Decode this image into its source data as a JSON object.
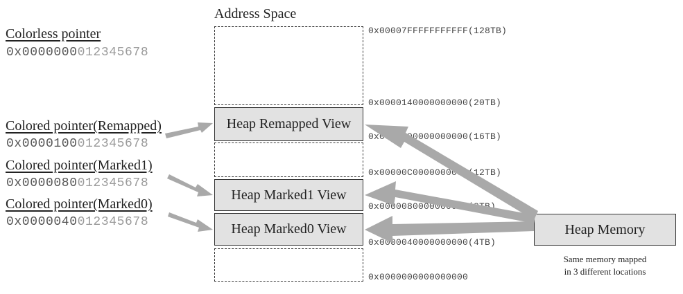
{
  "title": "Address Space",
  "pointers": {
    "colorless": {
      "label": "Colorless pointer",
      "prefix": "0x0000000",
      "suffix": "012345678"
    },
    "remapped": {
      "label": "Colored pointer(Remapped)",
      "prefix": "0x0000100",
      "suffix": "012345678"
    },
    "marked1": {
      "label": "Colored pointer(Marked1)",
      "prefix": "0x0000080",
      "suffix": "012345678"
    },
    "marked0": {
      "label": "Colored pointer(Marked0)",
      "prefix": "0x0000040",
      "suffix": "012345678"
    }
  },
  "views": {
    "remapped": "Heap Remapped View",
    "marked1": "Heap Marked1 View",
    "marked0": "Heap Marked0 View"
  },
  "addresses": {
    "a128": "0x00007FFFFFFFFFFF(128TB)",
    "a20": "0x0000140000000000(20TB)",
    "a16": "0x0000100000000000(16TB)",
    "a12": "0x00000C0000000000(12TB)",
    "a8": "0x0000080000000000(8TB)",
    "a4": "0x0000040000000000(4TB)",
    "a0": "0x0000000000000000"
  },
  "heap_memory": {
    "label": "Heap Memory",
    "caption_line1": "Same memory mapped",
    "caption_line2": "in 3 different locations"
  },
  "colors": {
    "arrow": "#a9a9a9",
    "view_fill": "#e2e2e2",
    "border": "#333333"
  }
}
